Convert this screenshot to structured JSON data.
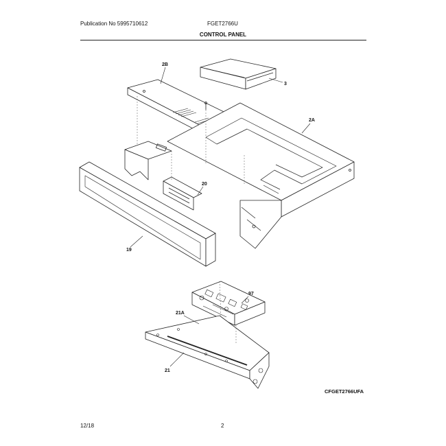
{
  "header": {
    "publication": "Publication No 5995710612",
    "model": "FGET2766U",
    "section_title": "CONTROL PANEL"
  },
  "diagram_code": "CFGET2766UFA",
  "footer": {
    "date": "12/18",
    "page": "2"
  },
  "callouts": {
    "p2b": "2B",
    "p3": "3",
    "p2a": "2A",
    "p20": "20",
    "p19": "19",
    "p97": "97",
    "p21a": "21A",
    "p21": "21"
  }
}
